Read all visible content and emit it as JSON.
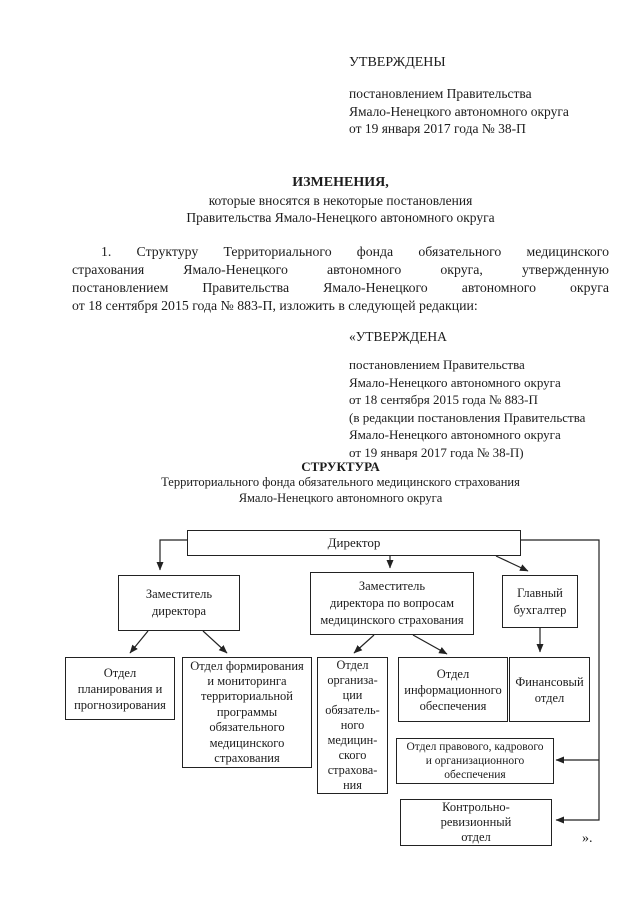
{
  "page": {
    "colors": {
      "ink": "#1c1c1c",
      "paper": "#ffffff"
    },
    "approval_header": {
      "title": "УТВЕРЖДЕНЫ",
      "line1": "постановлением Правительства",
      "line2": "Ямало-Ненецкого автономного округа",
      "line3": "от 19 января 2017 года № 38-П"
    },
    "doc_title": {
      "line1": "ИЗМЕНЕНИЯ,",
      "line2": "которые вносятся в некоторые постановления",
      "line3": "Правительства Ямало-Ненецкого автономного округа"
    },
    "paragraph1": {
      "lines": [
        "1. Структуру   Территориального   фонда   обязательного   медицинского",
        "страхования Ямало-Ненецкого автономного округа, утвержденную",
        "постановлением Правительства Ямало-Ненецкого автономного округа",
        "от 18 сентября 2015 года № 883-П, изложить в следующей редакции:"
      ]
    },
    "approved_block": {
      "title": "«УТВЕРЖДЕНА",
      "line1": "постановлением Правительства",
      "line2": "Ямало-Ненецкого автономного округа",
      "line3": "от 18 сентября 2015 года № 883-П",
      "line4": "(в редакции постановления Правительства",
      "line5": "Ямало-Ненецкого автономного округа",
      "line6": "от 19 января 2017 года № 38-П)"
    },
    "structure_heading": {
      "title": "СТРУКТУРА",
      "subtitle1": "Территориального фонда обязательного медицинского страхования",
      "subtitle2": "Ямало-Ненецкого автономного округа"
    },
    "org_chart": {
      "director": "Директор",
      "deputy_director": "Заместитель\nдиректора",
      "deputy_director_medical": "Заместитель\nдиректора по вопросам\nмедицинского страхования",
      "chief_accountant": "Главный\nбухгалтер",
      "dept_planning": "Отдел\nпланирования и\nпрогнозирования",
      "dept_program_monitoring": "Отдел формирования\nи мониторинга\nтерриториальной\nпрограммы\nобязательного\nмедицинского\nстрахования",
      "dept_insurance_org": "Отдел\nорганиза-\nции\nобязатель-\nного\nмедицин-\nского\nстрахова-\nния",
      "dept_information": "Отдел\nинформационного\nобеспечения",
      "dept_finance": "Финансовый\nотдел",
      "dept_legal": "Отдел правового, кадрового\nи организационного\nобеспечения",
      "dept_control": "Контрольно-\nревизионный\nотдел",
      "closing_mark": "»."
    }
  }
}
